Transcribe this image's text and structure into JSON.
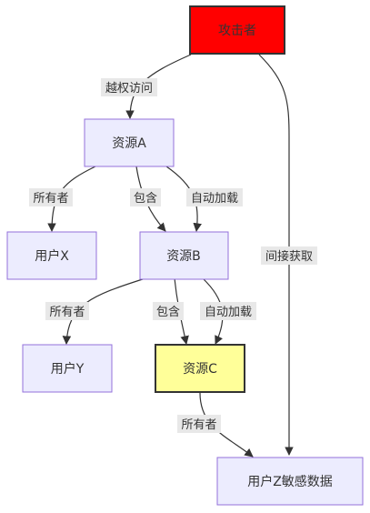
{
  "nodes": {
    "attacker": "攻击者",
    "res_a": "资源A",
    "user_x": "用户X",
    "res_b": "资源B",
    "user_y": "用户Y",
    "res_c": "资源C",
    "user_z": "用户Z敏感数据"
  },
  "edges": {
    "attacker_to_a": "越权访问",
    "attacker_to_z": "间接获取",
    "a_to_x": "所有者",
    "a_to_b_contains": "包含",
    "a_to_b_autoload": "自动加载",
    "b_to_y": "所有者",
    "b_to_c_contains": "包含",
    "b_to_c_autoload": "自动加载",
    "c_to_z": "所有者"
  },
  "colors": {
    "default_fill": "#ececfe",
    "default_stroke": "#9370db",
    "attacker_fill": "#ff0000",
    "highlight_fill": "#ffff99",
    "dark_stroke": "#333333"
  }
}
